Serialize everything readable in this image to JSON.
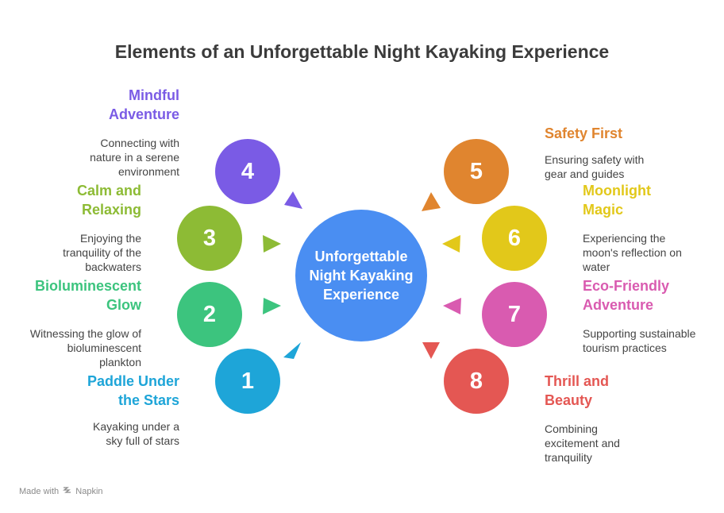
{
  "title": "Elements of an Unforgettable Night Kayaking Experience",
  "center": {
    "label": "Unforgettable Night Kayaking Experience",
    "color": "#4A8EF2"
  },
  "items": [
    {
      "number": "1",
      "title": "Paddle Under the Stars",
      "description": "Kayaking under a sky full of stars",
      "color": "#1EA5D8"
    },
    {
      "number": "2",
      "title": "Bioluminescent Glow",
      "description": "Witnessing the glow of bioluminescent plankton",
      "color": "#3CC47E"
    },
    {
      "number": "3",
      "title": "Calm and Relaxing",
      "description": "Enjoying the tranquility of the backwaters",
      "color": "#8DBB35"
    },
    {
      "number": "4",
      "title": "Mindful Adventure",
      "description": "Connecting with nature in a serene environment",
      "color": "#7A5BE5"
    },
    {
      "number": "5",
      "title": "Safety First",
      "description": "Ensuring safety with gear and guides",
      "color": "#E0852F"
    },
    {
      "number": "6",
      "title": "Moonlight Magic",
      "description": "Experiencing the moon's reflection on water",
      "color": "#E2C81A"
    },
    {
      "number": "7",
      "title": "Eco-Friendly Adventure",
      "description": "Supporting sustainable tourism practices",
      "color": "#D95BB0"
    },
    {
      "number": "8",
      "title": "Thrill and Beauty",
      "description": "Combining excitement and tranquility",
      "color": "#E45753"
    }
  ],
  "footer": {
    "made_with": "Made with",
    "brand": "Napkin",
    "icon": "napkin-logo-icon"
  }
}
